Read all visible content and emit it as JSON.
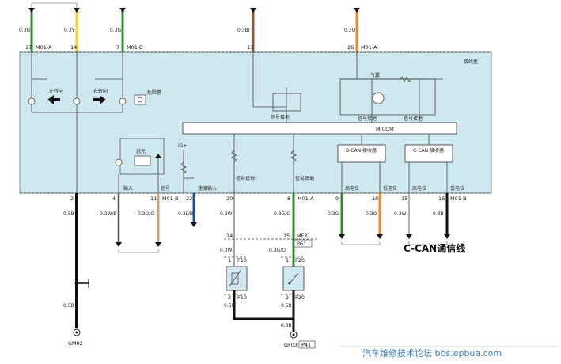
{
  "junction_box_label": "接线盒",
  "top_connectors": [
    {
      "wire": "0.3G",
      "pin": "17",
      "conn": "M01-A"
    },
    {
      "wire": "0.3Y",
      "pin": "14",
      "conn": ""
    },
    {
      "wire": "0.3G",
      "pin": "7",
      "conn": "M01-B"
    },
    {
      "wire": "0.3Br",
      "pin": "13",
      "conn": ""
    },
    {
      "wire": "0.3O",
      "pin": "26",
      "conn": "M01-A"
    }
  ],
  "indicators": {
    "left_turn": "左转向",
    "right_turn": "右转向",
    "hazard": "危险警",
    "airbag": "气囊",
    "high_beam": "远光",
    "signal_ground_1": "信号接地",
    "signal_ground_2": "信号接地",
    "signal_ground_3": "信号接地",
    "signal_ground_4": "信号接地",
    "signal_ground_5": "信号接地",
    "ig_plus": "IG+"
  },
  "micom_label": "MICOM",
  "bcan_label": "B-CAN\n接收器",
  "ccan_label": "C-CAN\n接收器",
  "bottom_pin_labels": {
    "input": "输入",
    "signal": "信号",
    "speed_input": "速度输入",
    "signal_ground": "信号接地",
    "hi_1": "高电位",
    "lo_1": "低电位",
    "hi_2": "高电位",
    "lo_2": "低电位"
  },
  "bottom_connectors": [
    {
      "pin": "2",
      "wire": "0.5B",
      "conn": ""
    },
    {
      "pin": "4",
      "wire": "0.3W/B",
      "conn": ""
    },
    {
      "pin": "11",
      "wire": "0.3O/O",
      "conn": "M01-B"
    },
    {
      "pin": "22",
      "wire": "0.3L/B",
      "conn": ""
    },
    {
      "pin": "20",
      "wire": "0.3W",
      "conn": ""
    },
    {
      "pin": "8",
      "wire": "0.3G/O",
      "conn": "M01-A"
    },
    {
      "pin": "9",
      "wire": "0.3G",
      "conn": ""
    },
    {
      "pin": "10",
      "wire": "0.3O",
      "conn": ""
    },
    {
      "pin": "15",
      "wire": "0.3W",
      "conn": ""
    },
    {
      "pin": "16",
      "wire": "0.3B",
      "conn": "M01-B"
    }
  ],
  "mf31": {
    "pin_a": "14",
    "pin_b": "15",
    "name": "MF31",
    "ref": "P61"
  },
  "f10": {
    "name": "F10",
    "pin_top": "1",
    "pin_bot": "2",
    "wire_top": "0.3W",
    "wire_bot": "0.5B"
  },
  "f20": {
    "name": "F20",
    "pin_top": "1",
    "pin_bot": "2",
    "wire_top": "0.3G/O",
    "wire_bot": "0.5B"
  },
  "lower_wires": {
    "w1": "0.3W",
    "w2": "0.3G/O",
    "gm_wire": "0.5B",
    "gf_wire": "0.5B"
  },
  "grounds": {
    "gm02": "GM02",
    "gf03": "GF03",
    "gf03_ref": "P41"
  },
  "ccan_title": "C-CAN通信线",
  "watermark": "汽车维修技术论坛 bbs.epbua.com",
  "colors": {
    "box_fill": "#cfe8f0",
    "green": "#2e8a2e",
    "yellow": "#f2d21b",
    "brown": "#8a5a3a",
    "orange": "#f08a1a",
    "blue": "#1f4aa8",
    "tan": "#c8a27a",
    "black": "#111111"
  }
}
